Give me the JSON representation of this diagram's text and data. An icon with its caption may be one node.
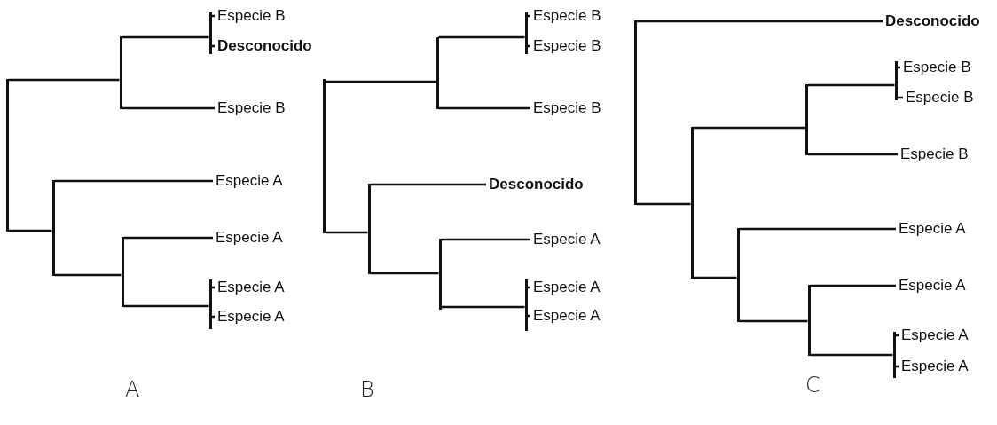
{
  "diagram": {
    "nodes": [
      {
        "text": [],
        "shape": "bar"
      },
      {
        "text": [],
        "shape": "bar"
      },
      {
        "text": [],
        "shape": "bar"
      },
      {
        "text": [
          "Especie B"
        ]
      },
      {
        "text": [
          "Desconocido"
        ]
      },
      {
        "text": [
          "Especie B"
        ]
      },
      {
        "text": [],
        "shape": "bar"
      },
      {
        "text": [
          "Especie A"
        ]
      },
      {
        "text": [],
        "shape": "bar"
      },
      {
        "text": [
          "Especie A"
        ]
      },
      {
        "text": [],
        "shape": "bar"
      },
      {
        "text": [
          "Especie A"
        ]
      },
      {
        "text": [
          "Especie A"
        ]
      },
      {
        "text": [],
        "shape": "bar"
      },
      {
        "text": [],
        "shape": "bar"
      },
      {
        "text": [],
        "shape": "bar"
      },
      {
        "text": [
          "Especie B"
        ]
      },
      {
        "text": [
          "Especie B"
        ]
      },
      {
        "text": [
          "Especie B"
        ]
      },
      {
        "text": [],
        "shape": "bar"
      },
      {
        "text": [
          "Desconocido"
        ]
      },
      {
        "text": [],
        "shape": "bar"
      },
      {
        "text": [
          "Especie A"
        ]
      },
      {
        "text": [],
        "shape": "bar"
      },
      {
        "text": [
          "Especie A"
        ]
      },
      {
        "text": [
          "Especie A"
        ]
      },
      {
        "text": [],
        "shape": "bar"
      },
      {
        "text": [
          "Desconocido"
        ]
      },
      {
        "text": [],
        "shape": "bar"
      },
      {
        "text": [],
        "shape": "bar"
      },
      {
        "text": [],
        "shape": "bar"
      },
      {
        "text": [
          "Especie B"
        ]
      },
      {
        "text": [
          "Especie B"
        ]
      },
      {
        "text": [
          "Especie B"
        ]
      },
      {
        "text": [],
        "shape": "bar"
      },
      {
        "text": [
          "Especie A"
        ]
      },
      {
        "text": [],
        "shape": "bar"
      },
      {
        "text": [
          "Especie A"
        ]
      },
      {
        "text": [],
        "shape": "bar"
      },
      {
        "text": [
          "Especie A"
        ]
      },
      {
        "text": [
          "Especie A"
        ]
      }
    ],
    "edges": [
      {
        "from": 0,
        "to": 1,
        "arrow": "none"
      },
      {
        "from": 1,
        "to": 2,
        "arrow": "none"
      },
      {
        "from": 2,
        "to": 3,
        "arrow": "none"
      },
      {
        "from": 2,
        "to": 4,
        "arrow": "none"
      },
      {
        "from": 1,
        "to": 5,
        "arrow": "none"
      },
      {
        "from": 0,
        "to": 6,
        "arrow": "none"
      },
      {
        "from": 6,
        "to": 7,
        "arrow": "none"
      },
      {
        "from": 6,
        "to": 8,
        "arrow": "none"
      },
      {
        "from": 8,
        "to": 9,
        "arrow": "none"
      },
      {
        "from": 8,
        "to": 10,
        "arrow": "none"
      },
      {
        "from": 10,
        "to": 11,
        "arrow": "none"
      },
      {
        "from": 10,
        "to": 12,
        "arrow": "none"
      },
      {
        "from": 13,
        "to": 14,
        "arrow": "none"
      },
      {
        "from": 14,
        "to": 15,
        "arrow": "none"
      },
      {
        "from": 15,
        "to": 16,
        "arrow": "none"
      },
      {
        "from": 15,
        "to": 17,
        "arrow": "none"
      },
      {
        "from": 14,
        "to": 18,
        "arrow": "none"
      },
      {
        "from": 13,
        "to": 19,
        "arrow": "none"
      },
      {
        "from": 19,
        "to": 20,
        "arrow": "none"
      },
      {
        "from": 19,
        "to": 21,
        "arrow": "none"
      },
      {
        "from": 21,
        "to": 22,
        "arrow": "none"
      },
      {
        "from": 21,
        "to": 23,
        "arrow": "none"
      },
      {
        "from": 23,
        "to": 24,
        "arrow": "none"
      },
      {
        "from": 23,
        "to": 25,
        "arrow": "none"
      },
      {
        "from": 26,
        "to": 27,
        "arrow": "none"
      },
      {
        "from": 26,
        "to": 28,
        "arrow": "none"
      },
      {
        "from": 28,
        "to": 29,
        "arrow": "none"
      },
      {
        "from": 29,
        "to": 30,
        "arrow": "none"
      },
      {
        "from": 30,
        "to": 31,
        "arrow": "none"
      },
      {
        "from": 30,
        "to": 32,
        "arrow": "none"
      },
      {
        "from": 29,
        "to": 33,
        "arrow": "none"
      },
      {
        "from": 28,
        "to": 34,
        "arrow": "none"
      },
      {
        "from": 34,
        "to": 35,
        "arrow": "none"
      },
      {
        "from": 34,
        "to": 36,
        "arrow": "none"
      },
      {
        "from": 36,
        "to": 37,
        "arrow": "none"
      },
      {
        "from": 36,
        "to": 38,
        "arrow": "none"
      },
      {
        "from": 38,
        "to": 39,
        "arrow": "none"
      },
      {
        "from": 38,
        "to": 40,
        "arrow": "none"
      }
    ],
    "labels": [
      "A",
      "B",
      "C"
    ]
  }
}
